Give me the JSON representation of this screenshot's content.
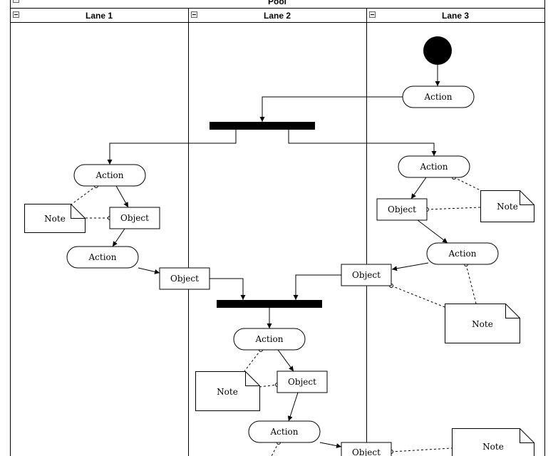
{
  "pool": {
    "title": "Pool",
    "collapse_icon": "minus-square-icon"
  },
  "lanes": [
    {
      "label": "Lane 1"
    },
    {
      "label": "Lane 2"
    },
    {
      "label": "Lane 3"
    }
  ],
  "nodes": {
    "action_lane3_top": "Action",
    "action_lane1_a": "Action",
    "object_lane1": "Object",
    "note_lane1": "Note",
    "action_lane1_b": "Action",
    "object_mid": "Object",
    "action_lane3_a": "Action",
    "object_lane3_a": "Object",
    "note_lane3_a": "Note",
    "action_lane3_b": "Action",
    "object_lane3_b": "Object",
    "note_lane3_b": "Note",
    "action_lane2_a": "Action",
    "object_lane2": "Object",
    "note_lane2": "Note",
    "action_lane2_b": "Action",
    "object_bottom": "Object",
    "note_bottom": "Note"
  }
}
